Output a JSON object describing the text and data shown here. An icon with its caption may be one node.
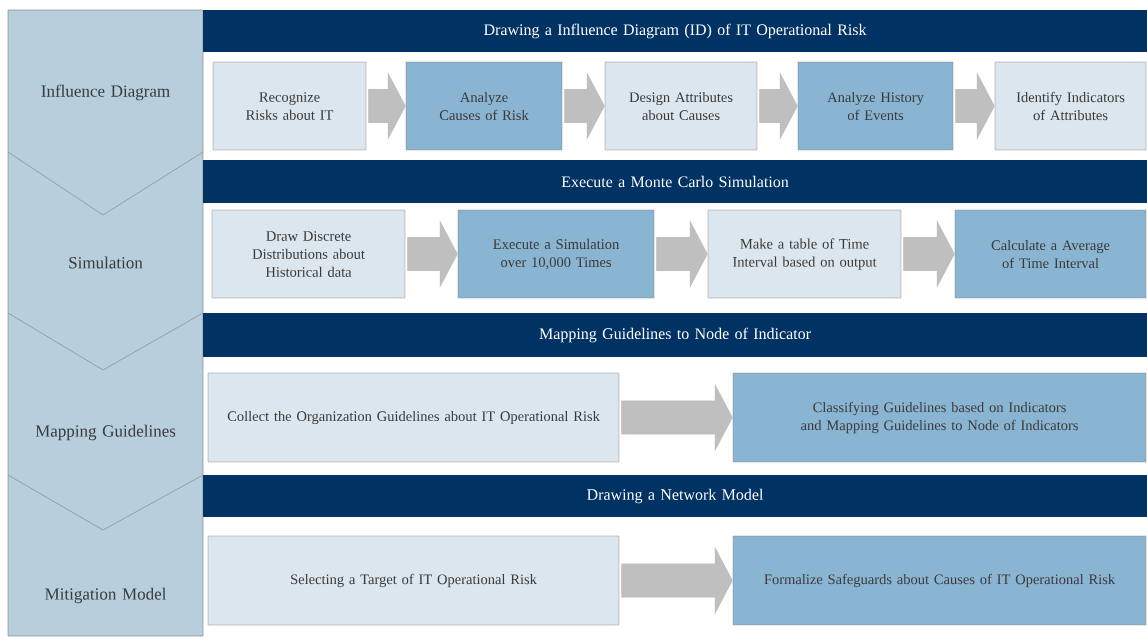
{
  "diagram": {
    "nodes": [
      {
        "text": [
          "Influence Diagram"
        ]
      },
      {
        "text": [
          "Drawing a Influence Diagram (ID) of IT Operational Risk"
        ]
      },
      {
        "text": [
          "Recognize Risks about IT"
        ]
      },
      {
        "text": [
          "Analyze Causes of Risk"
        ]
      },
      {
        "text": [
          "Design Attributes about Causes"
        ]
      },
      {
        "text": [
          "Analyze History of Events"
        ]
      },
      {
        "text": [
          "Identify Indicators of Attributes"
        ]
      },
      {
        "text": [
          "Simulation"
        ]
      },
      {
        "text": [
          "Execute a Monte Carlo Simulation"
        ]
      },
      {
        "text": [
          "Draw Discrete Distributions about Historical data"
        ]
      },
      {
        "text": [
          "Execute a Simulation over 10,000 Times"
        ]
      },
      {
        "text": [
          "Make a table of Time Interval based on output"
        ]
      },
      {
        "text": [
          "Calculate a Average of Time Interval"
        ]
      },
      {
        "text": [
          "Mapping Guidelines"
        ]
      },
      {
        "text": [
          "Mapping Guidelines to Node of Indicator"
        ]
      },
      {
        "text": [
          "Collect the Organization Guidelines about IT Operational Risk"
        ]
      },
      {
        "text": [
          "Classifying Guidelines based on Indicators and Mapping Guidelines to Node of Indicators"
        ]
      },
      {
        "text": [
          "Mitigation Model"
        ]
      },
      {
        "text": [
          "Drawing a Network Model"
        ]
      },
      {
        "text": [
          "Selecting a Target of IT Operational Risk"
        ]
      },
      {
        "text": [
          "Formalize Safeguards about Causes of IT Operational Risk"
        ]
      }
    ],
    "edges": [
      {
        "from": 2,
        "to": 3,
        "arrow": "to"
      },
      {
        "from": 3,
        "to": 4,
        "arrow": "to"
      },
      {
        "from": 4,
        "to": 5,
        "arrow": "to"
      },
      {
        "from": 5,
        "to": 6,
        "arrow": "to"
      },
      {
        "from": 9,
        "to": 10,
        "arrow": "to"
      },
      {
        "from": 10,
        "to": 11,
        "arrow": "to"
      },
      {
        "from": 11,
        "to": 12,
        "arrow": "to"
      },
      {
        "from": 15,
        "to": 16,
        "arrow": "to"
      },
      {
        "from": 19,
        "to": 20,
        "arrow": "to"
      }
    ]
  }
}
